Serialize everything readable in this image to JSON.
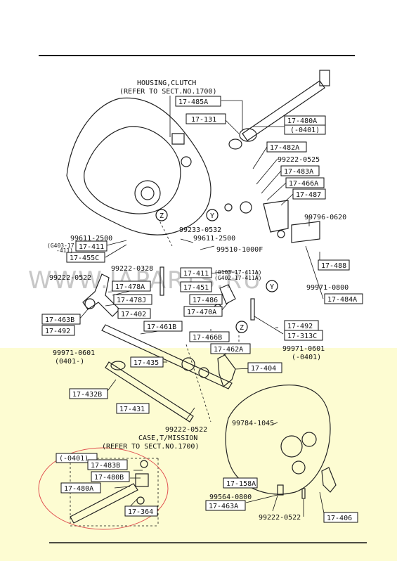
{
  "diagram": {
    "notes": {
      "housing_line1": "HOUSING,CLUTCH",
      "housing_line2": "(REFER TO SECT.NO.1700)",
      "case_line1": "CASE,T/MISSION",
      "case_line2": "(REFER TO SECT.NO.1700)"
    },
    "markers": {
      "y": "Y",
      "z": "Z"
    },
    "watermark": "WWW.JAPARTS.RU",
    "colors": {
      "highlight_panel": "#fdfcd2",
      "circle_outline": "#e05050",
      "ink": "#111111"
    },
    "boxed_labels": [
      "17-485A",
      "17-131",
      "17-480A",
      "(-0401)",
      "17-482A",
      "17-483A",
      "17-466A",
      "17-487",
      "17-411",
      "17-455C",
      "17-411",
      "17-478A",
      "17-478J",
      "17-451",
      "17-486",
      "17-470A",
      "17-488",
      "17-484A",
      "17-463B",
      "17-402",
      "17-492",
      "17-461B",
      "17-466B",
      "17-462A",
      "17-492",
      "17-313C",
      "17-435",
      "17-404",
      "17-432B",
      "17-431",
      "17-158A",
      "17-463A",
      "17-406",
      "(-0401)",
      "17-483B",
      "17-480B",
      "17-480A",
      "17-364"
    ],
    "plain_labels": [
      "99222-0525",
      "99796-0620",
      "99233-0532",
      "99611-2500",
      "99611-2500",
      "99510-1000F",
      "(G403-17",
      "-411)",
      "99222-0328",
      "99222-0522",
      "(0103-17-411A)",
      "(G402-17-411A)",
      "99971-0800",
      "99971-0601",
      "(0401-)",
      "99971-0601",
      "(-0401)",
      "99222-0522",
      "99784-1045",
      "99564-0800",
      "99222-0522"
    ]
  }
}
